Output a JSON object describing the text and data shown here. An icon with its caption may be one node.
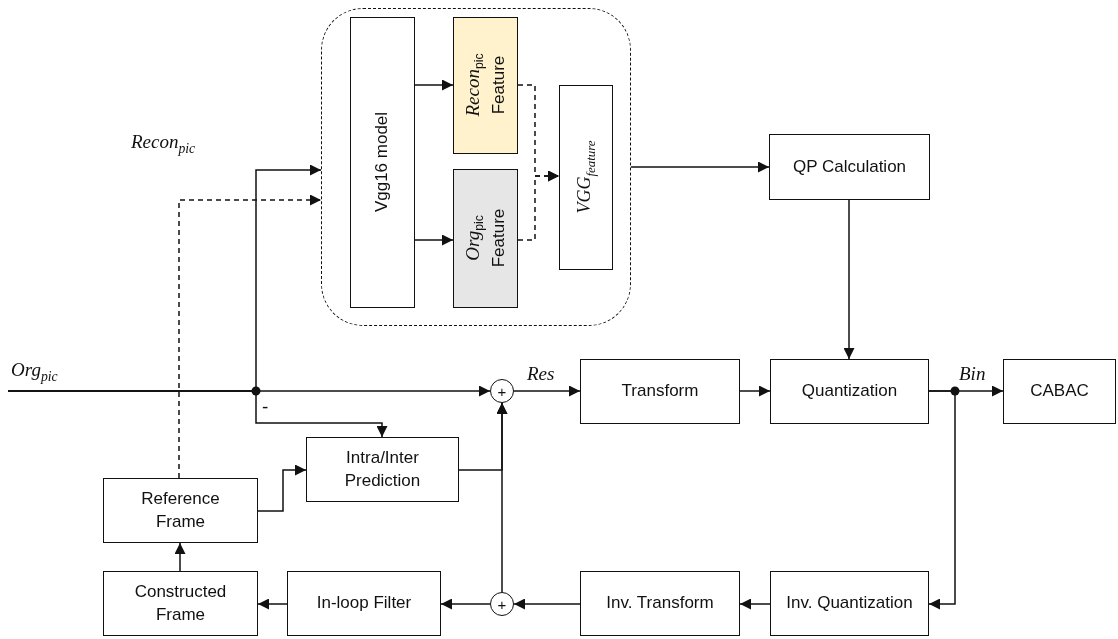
{
  "diagram": {
    "nodes": [
      {
        "text": [],
        "shape": "box"
      },
      {
        "text": [
          "Vgg16 model"
        ],
        "in": 0
      },
      {
        "text": [
          "*Recon*$_{pic}$ Feature"
        ],
        "in": 0
      },
      {
        "text": [
          "*Org*$_{pic}$ Feature"
        ],
        "in": 0
      },
      {
        "text": [
          "VGG$_{feature}$"
        ],
        "in": 0
      },
      {
        "text": [
          "QP Calculation"
        ]
      },
      {
        "text": [
          "+"
        ]
      },
      {
        "text": [
          "Transform"
        ]
      },
      {
        "text": [
          "Quantization"
        ]
      },
      {
        "text": [
          "CABAC"
        ]
      },
      {
        "text": [
          "Intra/Inter Prediction"
        ]
      },
      {
        "text": [
          "Reference Frame"
        ]
      },
      {
        "text": [
          "Constructed Frame"
        ]
      },
      {
        "text": [
          "In-loop Filter"
        ]
      },
      {
        "text": [
          "+"
        ]
      },
      {
        "text": [
          "Inv. Transform"
        ]
      },
      {
        "text": [
          "Inv. Quantization"
        ]
      }
    ],
    "edges": [
      {
        "from": null,
        "to": 6,
        "arrow": "to",
        "label": "Org$_{pic}$"
      },
      {
        "from": null,
        "to": 0,
        "arrow": "to"
      },
      {
        "from": null,
        "to": 10,
        "arrow": "to",
        "label": "-"
      },
      {
        "from": 11,
        "to": 0,
        "arrow": "to",
        "style": "dashed",
        "label": "Recon$_{pic}$"
      },
      {
        "from": 1,
        "to": 2,
        "arrow": "to"
      },
      {
        "from": 1,
        "to": 3,
        "arrow": "to"
      },
      {
        "from": 2,
        "to": 4,
        "arrow": "to",
        "style": "dashed"
      },
      {
        "from": 3,
        "to": 4,
        "arrow": "to",
        "style": "dashed"
      },
      {
        "from": 0,
        "to": 5,
        "arrow": "to"
      },
      {
        "from": 5,
        "to": 8,
        "arrow": "to"
      },
      {
        "from": 6,
        "to": 7,
        "arrow": "to",
        "label": "Res"
      },
      {
        "from": 7,
        "to": 8,
        "arrow": "to"
      },
      {
        "from": 8,
        "to": 9,
        "arrow": "to",
        "label": "Bin"
      },
      {
        "from": 8,
        "to": 16,
        "arrow": "to"
      },
      {
        "from": 10,
        "to": 6,
        "arrow": "to"
      },
      {
        "from": 14,
        "to": 6,
        "arrow": "to"
      },
      {
        "from": 16,
        "to": 15,
        "arrow": "to"
      },
      {
        "from": 15,
        "to": 14,
        "arrow": "to"
      },
      {
        "from": 14,
        "to": 13,
        "arrow": "to"
      },
      {
        "from": 13,
        "to": 12,
        "arrow": "to"
      },
      {
        "from": 12,
        "to": 11,
        "arrow": "to"
      },
      {
        "from": 11,
        "to": 10,
        "arrow": "to"
      }
    ]
  }
}
